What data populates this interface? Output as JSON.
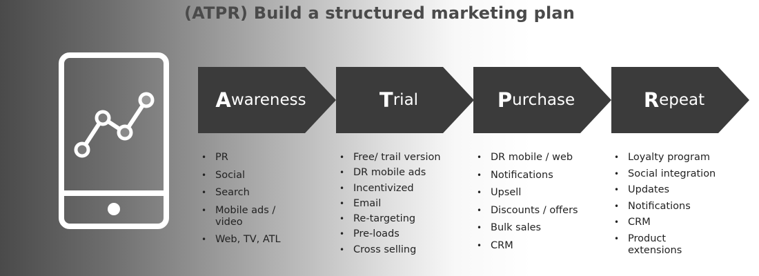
{
  "title": "(ATPR) Build a structured marketing plan",
  "icon": "smartphone-trend-chart-icon",
  "colors": {
    "chevron": "#3b3b3b",
    "chevron_text": "#ffffff",
    "icon": "#ffffff",
    "title": "#4a4a4a"
  },
  "stages": [
    {
      "initial": "A",
      "rest": "wareness",
      "items": [
        "PR",
        "Social",
        "Search",
        "Mobile ads / video",
        "Web, TV, ATL"
      ]
    },
    {
      "initial": "T",
      "rest": "rial",
      "items": [
        "Free/ trail version",
        "DR mobile ads",
        "Incentivized",
        "Email",
        "Re-targeting",
        "Pre-loads",
        "Cross selling"
      ]
    },
    {
      "initial": "P",
      "rest": "urchase",
      "items": [
        "DR mobile / web",
        "Notifications",
        "Upsell",
        "Discounts / offers",
        "Bulk sales",
        "CRM"
      ]
    },
    {
      "initial": "R",
      "rest": "epeat",
      "items": [
        "Loyalty program",
        "Social integration",
        "Updates",
        "Notifications",
        "CRM",
        "Product extensions"
      ]
    }
  ]
}
